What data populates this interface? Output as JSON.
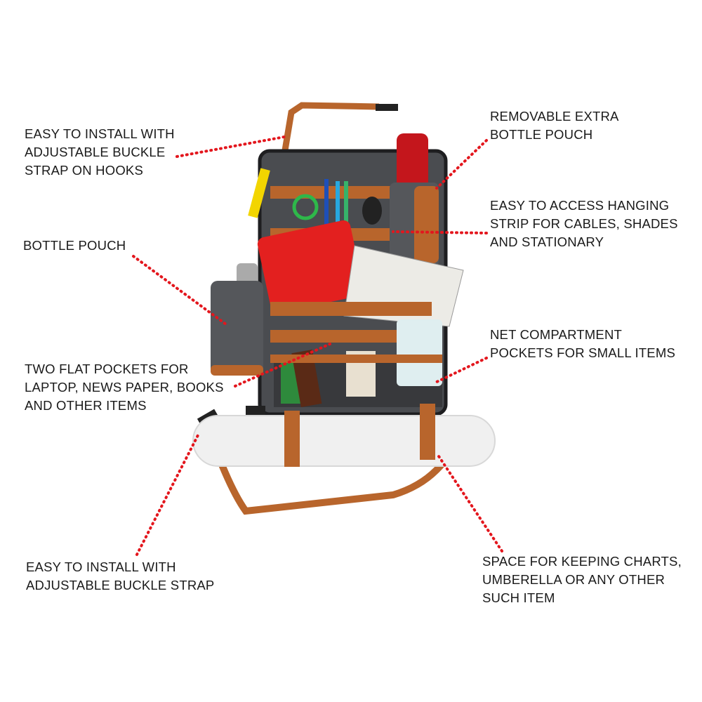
{
  "colors": {
    "pointer": "#e3161d",
    "leather": "#b8652c",
    "fabric": "#4a4c50",
    "laptop": "#e3201f"
  },
  "callouts": [
    {
      "id": "hook-strap",
      "lines": [
        "EASY TO INSTALL WITH",
        "ADJUSTABLE BUCKLE",
        "STRAP ON HOOKS"
      ]
    },
    {
      "id": "extra-bottle-pouch",
      "lines": [
        "REMOVABLE EXTRA",
        "BOTTLE POUCH"
      ]
    },
    {
      "id": "hanging-strip",
      "lines": [
        "EASY TO ACCESS HANGING",
        "STRIP FOR CABLES, SHADES",
        "AND STATIONARY"
      ]
    },
    {
      "id": "bottle-pouch",
      "lines": [
        "BOTTLE POUCH"
      ]
    },
    {
      "id": "net-compartment",
      "lines": [
        "NET COMPARTMENT",
        "POCKETS FOR SMALL ITEMS"
      ]
    },
    {
      "id": "flat-pockets",
      "lines": [
        "TWO FLAT POCKETS FOR",
        "LAPTOP, NEWS PAPER, BOOKS",
        "AND OTHER ITEMS"
      ]
    },
    {
      "id": "buckle-strap",
      "lines": [
        "EASY TO INSTALL WITH",
        "ADJUSTABLE BUCKLE STRAP"
      ]
    },
    {
      "id": "chart-space",
      "lines": [
        "SPACE FOR KEEPING CHARTS,",
        "UMBERELLA OR ANY OTHER",
        "SUCH ITEM"
      ]
    }
  ]
}
